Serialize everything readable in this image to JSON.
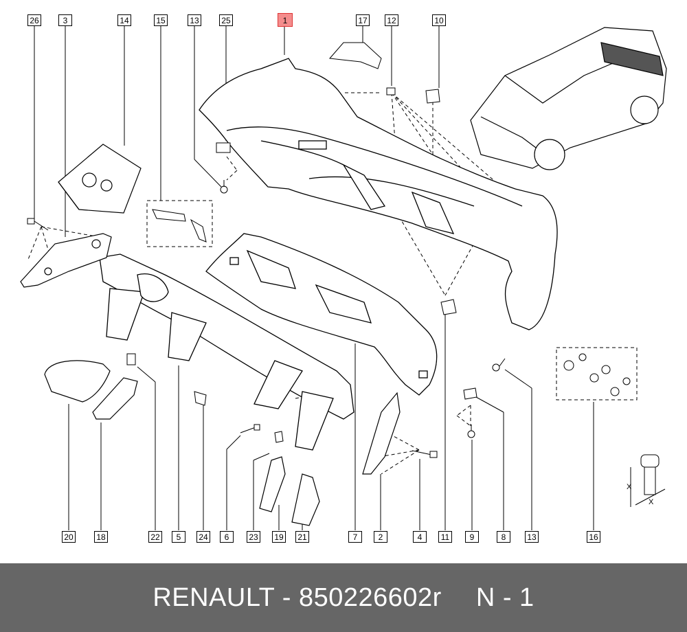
{
  "callouts": {
    "c26": "26",
    "c3": "3",
    "c14": "14",
    "c15": "15",
    "c13a": "13",
    "c25": "25",
    "c1": "1",
    "c17": "17",
    "c12": "12",
    "c10": "10",
    "c20": "20",
    "c18": "18",
    "c22": "22",
    "c5": "5",
    "c24": "24",
    "c6": "6",
    "c23": "23",
    "c19": "19",
    "c21": "21",
    "c7": "7",
    "c2": "2",
    "c4": "4",
    "c11": "11",
    "c9": "9",
    "c8": "8",
    "c13b": "13",
    "c16": "16"
  },
  "highlight": "1",
  "axis_marks": {
    "x1": "X",
    "x2": "X"
  },
  "footer": {
    "part": "RENAULT - 850226602r",
    "qty": "N - 1"
  },
  "colors": {
    "highlight": "#f48d8d",
    "footer_bg": "#666666",
    "line": "#000000"
  }
}
